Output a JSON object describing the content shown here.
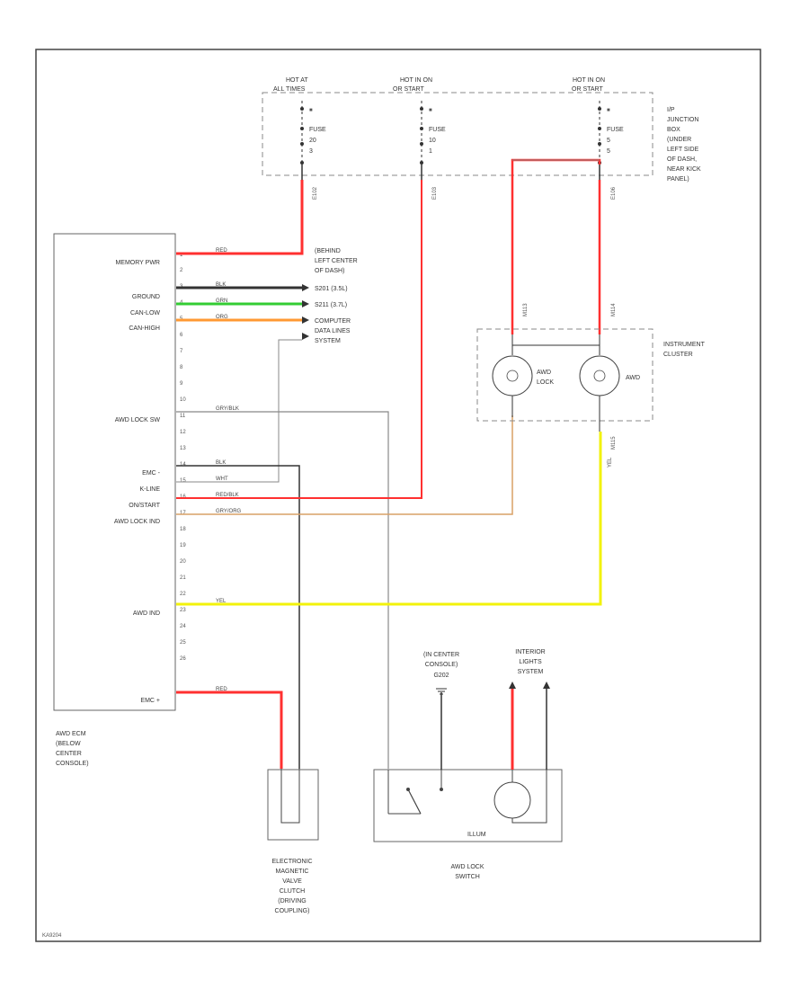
{
  "diagram_id": "KA9204",
  "ecm": {
    "label_lines": [
      "AWD ECM",
      "(BELOW",
      "CENTER",
      "CONSOLE)"
    ],
    "pin_labels": [
      "MEMORY PWR",
      "GROUND",
      "CAN-LOW",
      "CAN-HIGH",
      "AWD LOCK SW",
      "EMC -",
      "K-LINE",
      "ON/START",
      "AWD LOCK IND",
      "AWD IND",
      "EMC +"
    ],
    "pins": [
      "1",
      "2",
      "3",
      "4",
      "5",
      "6",
      "7",
      "8",
      "9",
      "10",
      "11",
      "12",
      "13",
      "14",
      "15",
      "16",
      "17",
      "18",
      "19",
      "20",
      "21",
      "22",
      "23",
      "24",
      "25",
      "26"
    ]
  },
  "junction_box": {
    "label_lines": [
      "I/P",
      "JUNCTION",
      "BOX",
      "(UNDER",
      "LEFT SIDE",
      "OF DASH,",
      "NEAR KICK",
      "PANEL)"
    ],
    "hot_labels": [
      [
        "HOT AT",
        "ALL TIMES"
      ],
      [
        "HOT IN ON",
        "OR START"
      ],
      [
        "HOT IN ON",
        "OR START"
      ]
    ],
    "fuses": [
      {
        "name": "FUSE",
        "amps": "20",
        "id": "3"
      },
      {
        "name": "FUSE",
        "amps": "10",
        "id": "1"
      },
      {
        "name": "FUSE",
        "amps": "5",
        "id": "5"
      }
    ],
    "connectors": [
      "E102",
      "E103",
      "E106"
    ]
  },
  "splice_note": [
    "(BEHIND",
    "LEFT CENTER",
    "OF DASH)"
  ],
  "can_destinations": [
    "S201 (3.5L)",
    "S211 (3.7L)",
    "COMPUTER",
    "DATA LINES",
    "SYSTEM"
  ],
  "instrument_cluster": {
    "label_lines": [
      "INSTRUMENT",
      "CLUSTER"
    ],
    "lamps": [
      "AWD",
      "LOCK",
      "AWD"
    ],
    "connectors": [
      "M113",
      "M114",
      "M115"
    ]
  },
  "valve": {
    "label_lines": [
      "ELECTRONIC",
      "MAGNETIC",
      "VALVE",
      "CLUTCH",
      "(DRIVING",
      "COUPLING)"
    ]
  },
  "switch": {
    "label_lines": [
      "AWD LOCK",
      "SWITCH"
    ],
    "illum": "ILLUM",
    "ground_note": [
      "(IN CENTER",
      "CONSOLE)"
    ],
    "ground_id": "G202",
    "interior_note": [
      "INTERIOR",
      "LIGHTS",
      "SYSTEM"
    ]
  },
  "wires": {
    "memory": "RED",
    "ground": "BLK",
    "can_low": "GRN",
    "can_high": "ORG",
    "lock_sw": "GRY/BLK",
    "emc_minus": "BLK",
    "kline": "WHT",
    "on_start": "RED/BLK",
    "lock_ind": "GRY/ORG",
    "awd_ind": "YEL",
    "emc_plus": "RED"
  },
  "colors": {
    "red": "#ff3030",
    "black": "#333333",
    "green": "#33cc33",
    "orange": "#ff9933",
    "gray": "#888888",
    "yellow": "#f2f20a",
    "gray_orange": "#d9a066",
    "dashed": "#888888"
  }
}
